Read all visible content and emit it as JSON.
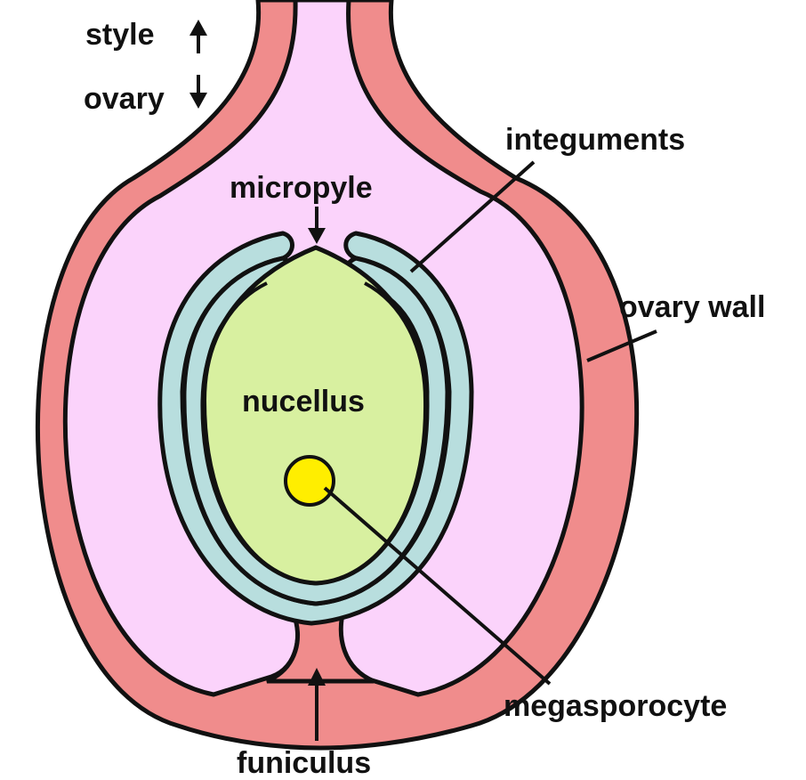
{
  "labels": {
    "style": "style",
    "ovary": "ovary",
    "integuments": "integuments",
    "micropyle": "micropyle",
    "ovary_wall": "ovary wall",
    "nucellus": "nucellus",
    "megasporocyte": "megasporocyte",
    "funiculus": "funiculus"
  },
  "colors": {
    "ovary_wall": "#f08c8c",
    "ovary_cavity": "#fbd3fb",
    "integuments": "#b8dede",
    "nucellus": "#d8f0a0",
    "megasporocyte": "#ffee00",
    "outline": "#111111"
  },
  "icons": {
    "style_arrow": "arrow-up-icon",
    "ovary_arrow": "arrow-down-icon"
  }
}
